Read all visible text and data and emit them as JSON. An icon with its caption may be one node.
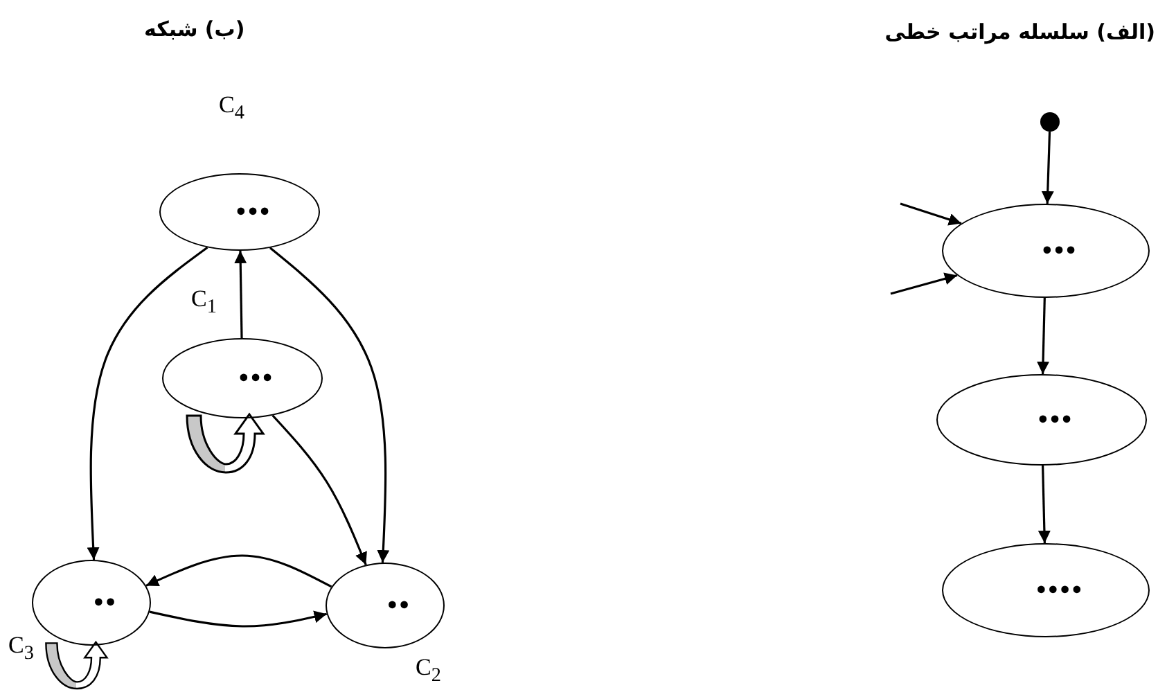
{
  "diagram": {
    "nodes": [
      {
        "text": [
          "•••"
        ],
        "beside": [
          "C$_{4}$"
        ]
      },
      {
        "text": [
          "•••"
        ],
        "beside": [
          "C$_{1}$"
        ]
      },
      {
        "text": [
          "••"
        ],
        "beside": [
          "C$_{3}$"
        ]
      },
      {
        "text": [
          "••"
        ],
        "beside": [
          "C$_{2}$"
        ]
      },
      {
        "text": [],
        "shape": "circle"
      },
      {
        "text": [
          "•••"
        ]
      },
      {
        "text": [
          "•••"
        ]
      },
      {
        "text": [
          "••••"
        ]
      }
    ],
    "edges": [
      {
        "from": 1,
        "to": 0,
        "arrow": "to"
      },
      {
        "from": 0,
        "to": 2,
        "arrow": "to"
      },
      {
        "from": 0,
        "to": 3,
        "arrow": "to"
      },
      {
        "from": 1,
        "to": 3,
        "arrow": "to"
      },
      {
        "from": 3,
        "to": 2,
        "arrow": "to"
      },
      {
        "from": 2,
        "to": 3,
        "arrow": "to"
      },
      {
        "from": 1,
        "to": 1,
        "arrow": "to",
        "style": "thick"
      },
      {
        "from": 2,
        "to": 2,
        "arrow": "to",
        "style": "thick"
      },
      {
        "from": 4,
        "to": 5,
        "arrow": "to"
      },
      {
        "from": null,
        "to": 5,
        "arrow": "to"
      },
      {
        "from": null,
        "to": 5,
        "arrow": "to"
      },
      {
        "from": 5,
        "to": 6,
        "arrow": "to"
      },
      {
        "from": 6,
        "to": 7,
        "arrow": "to"
      }
    ],
    "labels": [
      "(الف) سلسله مراتب خطی",
      "(ب) شبکه"
    ]
  }
}
